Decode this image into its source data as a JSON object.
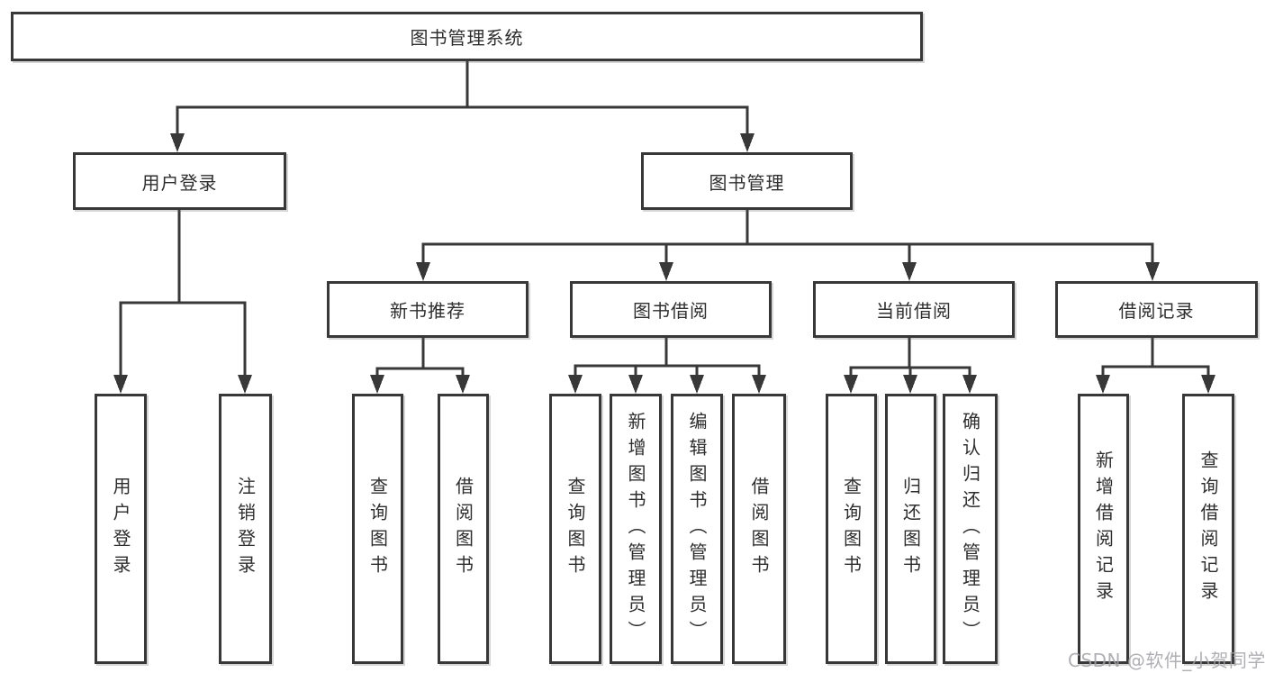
{
  "diagram": {
    "root": {
      "label": "图书管理系统",
      "children": [
        {
          "label": "用户登录",
          "children": [
            {
              "label": "用户登录"
            },
            {
              "label": "注销登录"
            }
          ]
        },
        {
          "label": "图书管理",
          "children": [
            {
              "label": "新书推荐",
              "children": [
                {
                  "label": "查询图书"
                },
                {
                  "label": "借阅图书"
                }
              ]
            },
            {
              "label": "图书借阅",
              "children": [
                {
                  "label": "查询图书"
                },
                {
                  "label": "新增图书（管理员）"
                },
                {
                  "label": "编辑图书（管理员）"
                },
                {
                  "label": "借阅图书"
                }
              ]
            },
            {
              "label": "当前借阅",
              "children": [
                {
                  "label": "查询图书"
                },
                {
                  "label": "归还图书"
                },
                {
                  "label": "确认归还（管理员）"
                }
              ]
            },
            {
              "label": "借阅记录",
              "children": [
                {
                  "label": "新增借阅记录"
                },
                {
                  "label": "查询借阅记录"
                }
              ]
            }
          ]
        }
      ]
    }
  },
  "watermark": {
    "text": "CSDN @软件_小贺同学"
  },
  "colors": {
    "line": "#383838",
    "text": "#2e2e2e",
    "watermark": "#a3a3a8",
    "bg": "#ffffff"
  }
}
